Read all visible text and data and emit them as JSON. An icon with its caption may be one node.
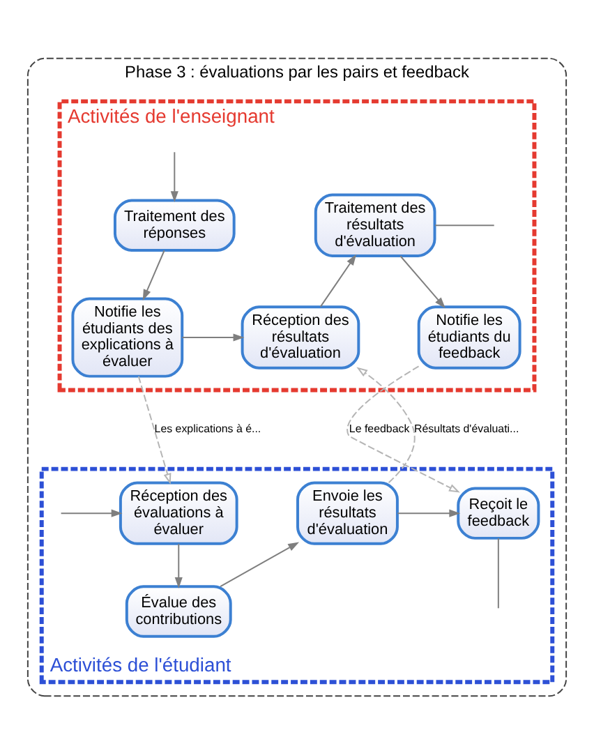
{
  "diagram": {
    "nodes": [
      {
        "text": [
          "Phase 3 : évaluations par les pairs et feedback"
        ]
      },
      {
        "text": [
          "Activités de l'enseignant"
        ],
        "in": 0
      },
      {
        "text": [
          "Traitement des réponses"
        ],
        "in": 1
      },
      {
        "text": [
          "Traitement des résultats d'évaluation"
        ],
        "in": 1
      },
      {
        "text": [
          "Notifie les étudiants des explications à évaluer"
        ],
        "in": 1
      },
      {
        "text": [
          "Réception des résultats d'évaluation"
        ],
        "in": 1
      },
      {
        "text": [
          "Notifie les étudiants du feedback"
        ],
        "in": 1
      },
      {
        "text": [
          "Activités de l'étudiant"
        ],
        "in": 0
      },
      {
        "text": [
          "Réception des évaluations à évaluer"
        ],
        "in": 7
      },
      {
        "text": [
          "Envoie les résultats d'évaluation"
        ],
        "in": 7
      },
      {
        "text": [
          "Reçoit le feedback"
        ],
        "in": 7
      },
      {
        "text": [
          "Évalue des contributions"
        ],
        "in": 7
      }
    ],
    "edges": [
      {
        "from": null,
        "to": 2,
        "arrow": "to"
      },
      {
        "from": 2,
        "to": 4,
        "arrow": "to"
      },
      {
        "from": 4,
        "to": 5,
        "arrow": "to"
      },
      {
        "from": 5,
        "to": 3,
        "arrow": "to"
      },
      {
        "from": 3,
        "to": 6,
        "arrow": "to"
      },
      {
        "from": 3,
        "to": null,
        "arrow": "none"
      },
      {
        "from": 4,
        "to": 8,
        "arrow": "to",
        "label": "Les explications à é...",
        "style": "dashed",
        "color": "#b5b5b5"
      },
      {
        "from": 9,
        "to": 5,
        "arrow": "to",
        "label": "Résultats d'évaluati...",
        "style": "dashed",
        "color": "#b5b5b5"
      },
      {
        "from": 6,
        "to": 10,
        "arrow": "to",
        "label": "Le feedback",
        "style": "dashed",
        "color": "#b5b5b5"
      },
      {
        "from": null,
        "to": 8,
        "arrow": "to"
      },
      {
        "from": 8,
        "to": 11,
        "arrow": "to"
      },
      {
        "from": 11,
        "to": 9,
        "arrow": "to"
      },
      {
        "from": 9,
        "to": 10,
        "arrow": "to"
      },
      {
        "from": 10,
        "to": null,
        "arrow": "none"
      }
    ]
  }
}
